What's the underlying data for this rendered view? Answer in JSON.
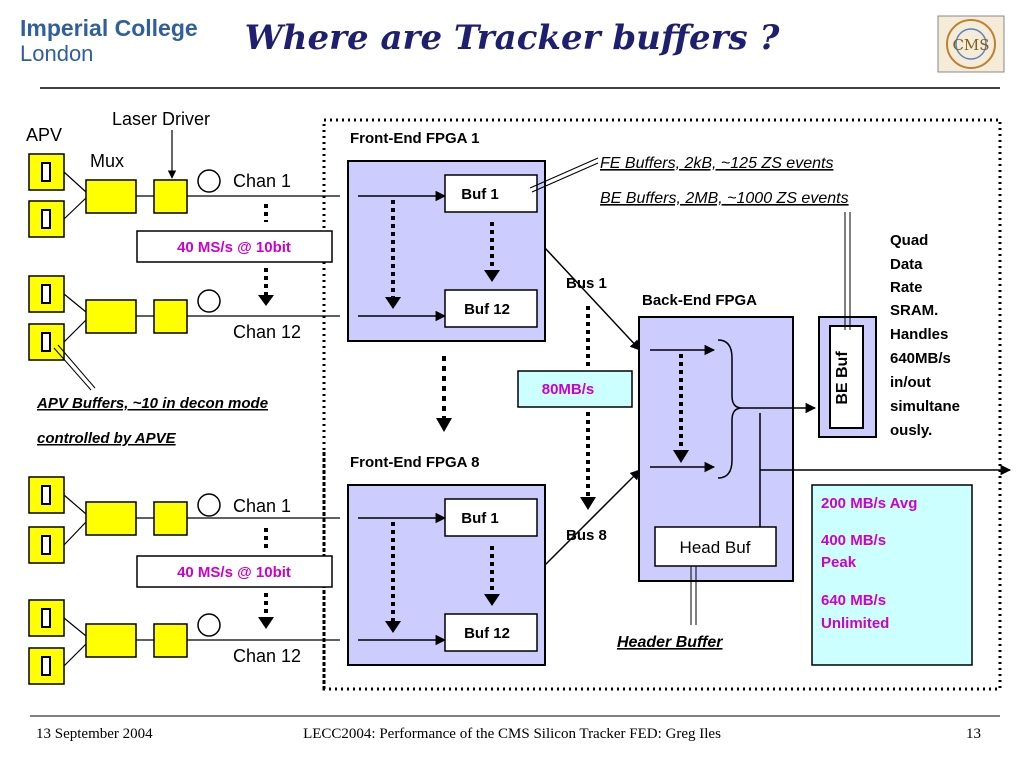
{
  "header": {
    "logo_line1": "Imperial College",
    "logo_line2": "London",
    "title": "Where are Tracker buffers ?",
    "cms_logo": "CMS"
  },
  "diagram": {
    "apv_label": "APV",
    "mux_label": "Mux",
    "laser_driver_label": "Laser Driver",
    "fe_fpga_1_label": "Front-End FPGA 1",
    "fe_fpga_8_label": "Front-End FPGA 8",
    "chan1_top": "Chan 1",
    "chan12_top": "Chan 12",
    "chan1_bottom": "Chan 1",
    "chan12_bottom": "Chan 12",
    "rate_top": "40 MS/s @ 10bit",
    "rate_bottom": "40 MS/s @ 10bit",
    "buf1_top": "Buf 1",
    "buf12_top": "Buf 12",
    "buf1_bottom": "Buf 1",
    "buf12_bottom": "Buf 12",
    "fe_buffers_note": "FE Buffers, 2kB, ~125 ZS events",
    "be_buffers_note": "BE Buffers, 2MB, ~1000 ZS events",
    "bus1_label": "Bus 1",
    "bus8_label": "Bus 8",
    "bus_rate": "80MB/s",
    "be_fpga_label": "Back-End FPGA",
    "be_buf_label": "BE Buf",
    "head_buf_label": "Head Buf",
    "header_buffer_note": "Header Buffer",
    "apv_buffers_line1": "APV Buffers, ~10 in decon mode",
    "apv_buffers_line2": "controlled by APVE",
    "sram_lines": [
      "Quad",
      "Data",
      "Rate",
      "SRAM.",
      "Handles",
      "640MB/s",
      "in/out",
      "simultane",
      "ously."
    ],
    "output_rates": [
      "200 MB/s Avg",
      "400 MB/s",
      "Peak",
      "640 MB/s",
      "Unlimited"
    ]
  },
  "footer": {
    "date": "13 September 2004",
    "talk": "LECC2004: Performance of the CMS Silicon Tracker FED: Greg Iles",
    "page": "13"
  },
  "colors": {
    "title": "#1f1f6f",
    "yellow": "#ffff00",
    "fpga_fill": "#ccccff",
    "magenta_text": "#cc00cc",
    "output_fill": "#ccffff"
  }
}
